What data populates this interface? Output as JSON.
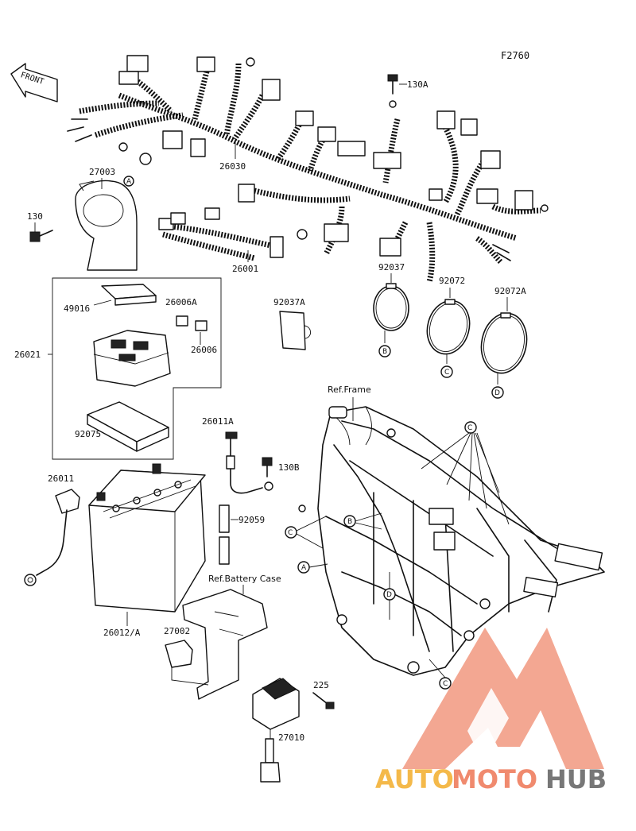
{
  "figure_code": "F2760",
  "front_label": "FRONT",
  "parts": [
    {
      "id": "130A",
      "text": "130A"
    },
    {
      "id": "27003",
      "text": "27003"
    },
    {
      "id": "130",
      "text": "130"
    },
    {
      "id": "26030",
      "text": "26030"
    },
    {
      "id": "26001",
      "text": "26001"
    },
    {
      "id": "92037",
      "text": "92037"
    },
    {
      "id": "92072",
      "text": "92072"
    },
    {
      "id": "92072A",
      "text": "92072A"
    },
    {
      "id": "92037A",
      "text": "92037A"
    },
    {
      "id": "49016",
      "text": "49016"
    },
    {
      "id": "26006A",
      "text": "26006A"
    },
    {
      "id": "26006",
      "text": "26006"
    },
    {
      "id": "26021",
      "text": "26021"
    },
    {
      "id": "92075",
      "text": "92075"
    },
    {
      "id": "26011A",
      "text": "26011A"
    },
    {
      "id": "130B",
      "text": "130B"
    },
    {
      "id": "26011",
      "text": "26011"
    },
    {
      "id": "92059",
      "text": "92059"
    },
    {
      "id": "26012A",
      "text": "26012/A"
    },
    {
      "id": "27002",
      "text": "27002"
    },
    {
      "id": "225",
      "text": "225"
    },
    {
      "id": "27010",
      "text": "27010"
    }
  ],
  "references": {
    "frame": "Ref.Frame",
    "battery_case": "Ref.Battery Case"
  },
  "callouts": {
    "A": "A",
    "B": "B",
    "C": "C",
    "D": "D"
  },
  "watermark": {
    "part1": "AUTO",
    "part2": "MOTO",
    "part3": "HUB",
    "color_auto": "#f4b94a",
    "color_moto": "#f08a6e",
    "color_hub": "#777777",
    "logo_color": "#f08a6e"
  }
}
